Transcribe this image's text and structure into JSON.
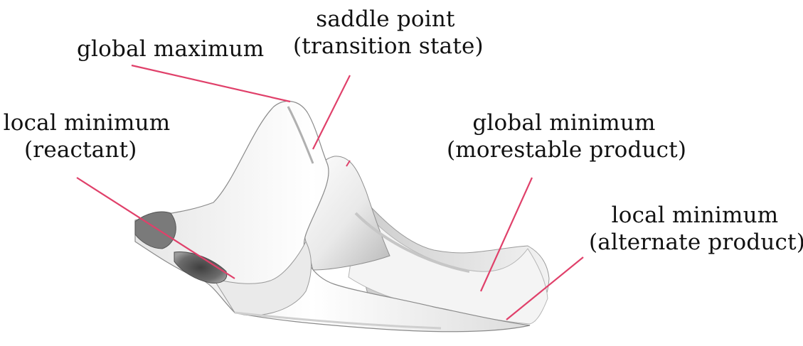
{
  "diagram": {
    "labels": {
      "global_maximum": {
        "line1": "global maximum"
      },
      "saddle_point": {
        "line1": "saddle point",
        "line2": "(transition state)"
      },
      "local_minimum_reactant": {
        "line1": "local minimum",
        "line2": "(reactant)"
      },
      "global_minimum": {
        "line1": "global minimum",
        "line2": "(morestable product)"
      },
      "local_minimum_alternate": {
        "line1": "local minimum",
        "line2": "(alternate product)"
      }
    },
    "colors": {
      "pointer": "#e0406a",
      "surface_light": "#f6f6f6",
      "surface_mid": "#d3d3d3",
      "surface_dark": "#8a8a8a",
      "surface_edge": "#6a6a6a"
    }
  }
}
